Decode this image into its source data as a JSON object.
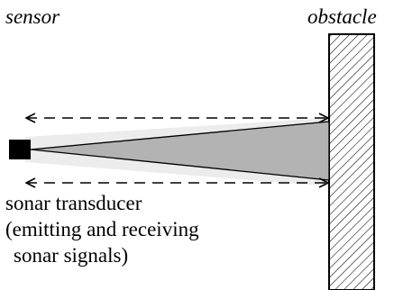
{
  "labels": {
    "sensor": "sensor",
    "obstacle": "obstacle",
    "transducer_lines": [
      "sonar transducer",
      "(emitting and receiving",
      "sonar signals)"
    ]
  },
  "colors": {
    "beam_fill": "#b3b3b3",
    "beam_halo": "#ececec",
    "outline": "#000000",
    "background": "#ffffff"
  },
  "icons": {
    "transducer": "black-square",
    "signal_arrows": "dashed-double-arrow"
  }
}
